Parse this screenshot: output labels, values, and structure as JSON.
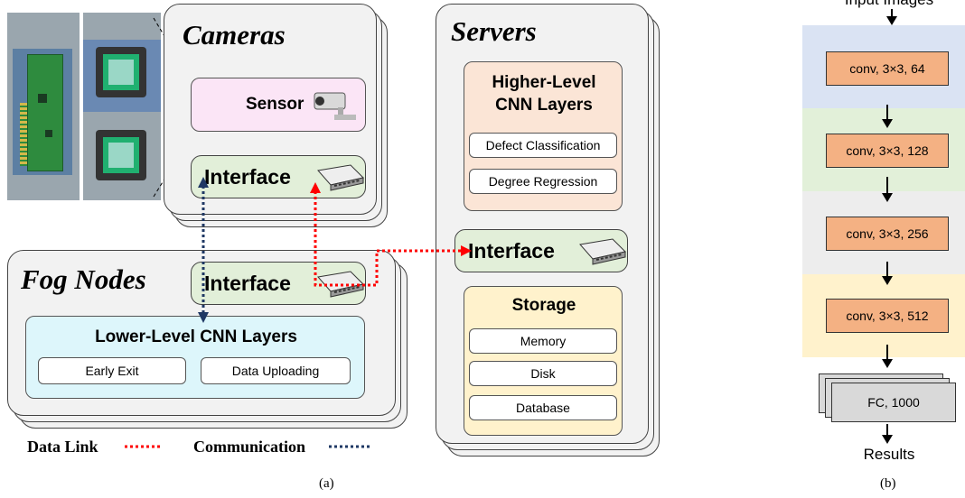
{
  "diagram_a": {
    "cameras": {
      "title": "Cameras",
      "sensor": "Sensor",
      "interface": "Interface"
    },
    "servers": {
      "title": "Servers",
      "higher_layers": {
        "title": "Higher-Level CNN Layers",
        "items": [
          "Defect Classification",
          "Degree Regression"
        ]
      },
      "interface": "Interface",
      "storage": {
        "title": "Storage",
        "items": [
          "Memory",
          "Disk",
          "Database"
        ]
      }
    },
    "fog": {
      "title": "Fog Nodes",
      "interface": "Interface",
      "lower_layers": {
        "title": "Lower-Level CNN Layers",
        "items": [
          "Early Exit",
          "Data Uploading"
        ]
      }
    },
    "legend": {
      "data_link": "Data Link",
      "communication": "Communication",
      "data_link_color": "#ff0000",
      "communication_color": "#1f3864"
    },
    "caption": "(a)"
  },
  "diagram_b": {
    "input": "Input Images",
    "layers": [
      "conv, 3×3, 64",
      "conv, 3×3, 128",
      "conv, 3×3, 256",
      "conv, 3×3, 512"
    ],
    "band_colors": [
      "#dae3f3",
      "#e2f0d9",
      "#ededed",
      "#fff2cc"
    ],
    "fc": "FC, 1000",
    "output": "Results",
    "caption": "(b)"
  }
}
